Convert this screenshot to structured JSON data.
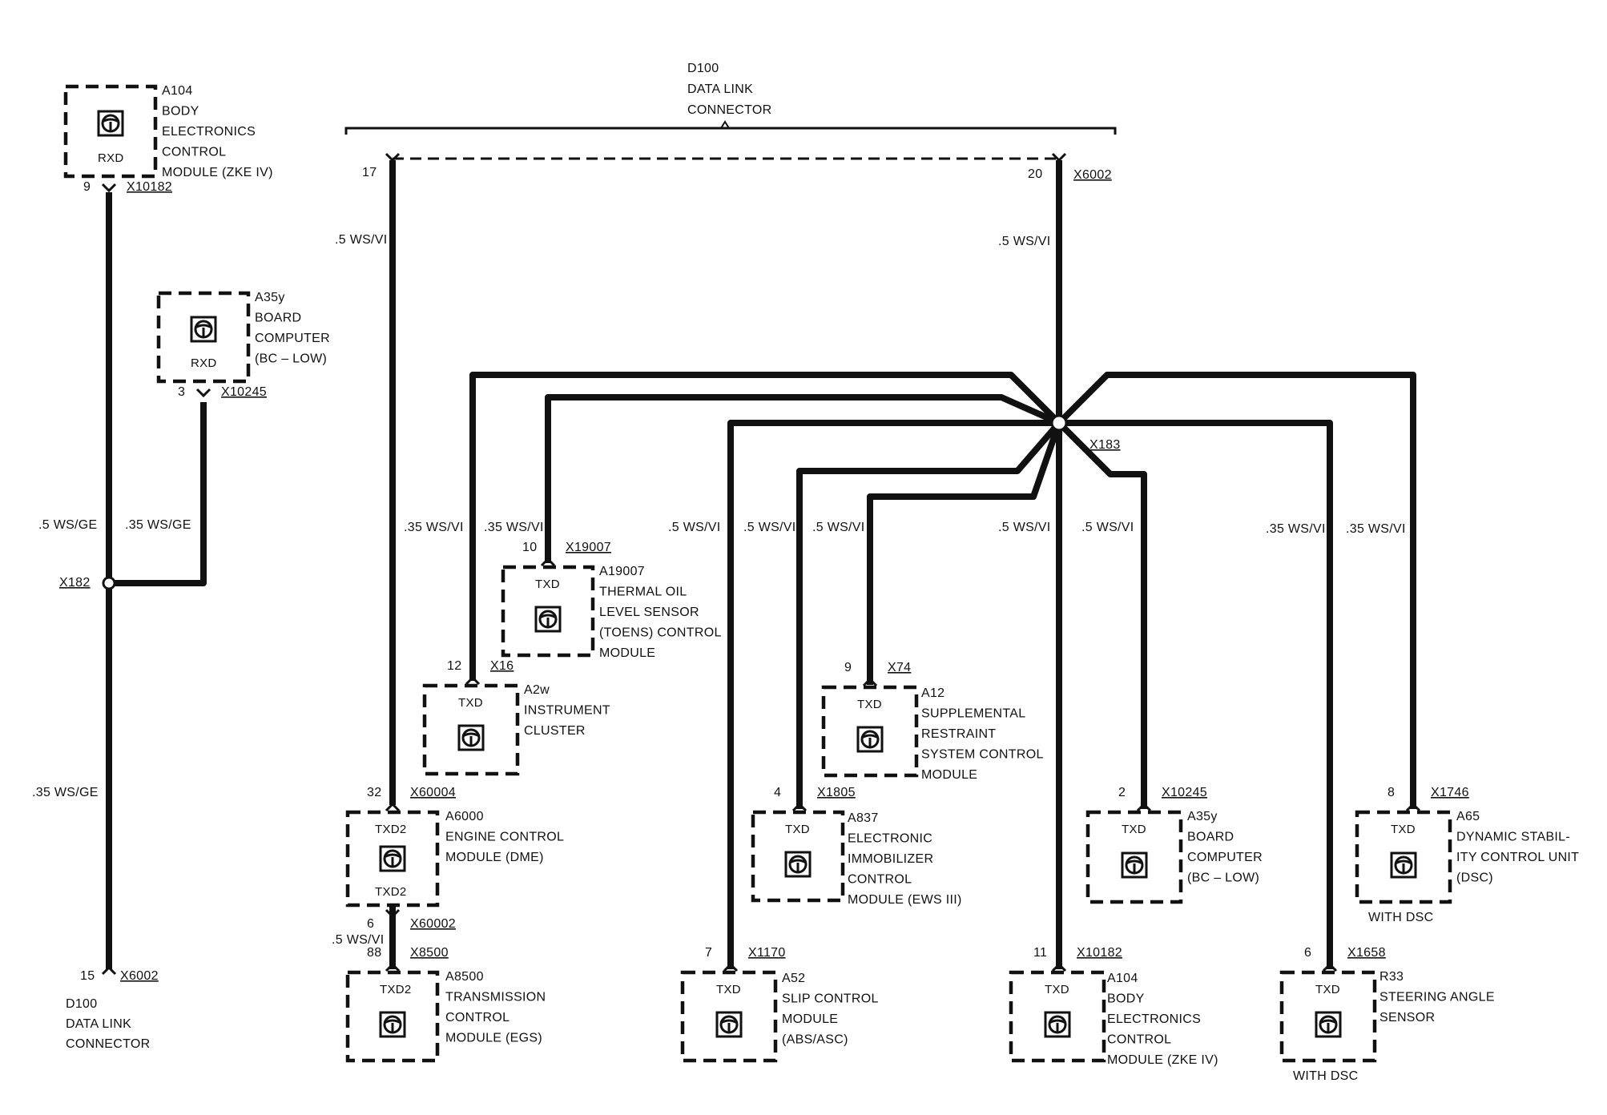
{
  "top_connector": {
    "id": "D100",
    "line1": "DATA LINK",
    "line2": "CONNECTOR"
  },
  "bottom_connector": {
    "pin": "15",
    "conn": "X6002",
    "id": "D100",
    "line1": "DATA LINK",
    "line2": "CONNECTOR"
  },
  "pins_top": {
    "left": "17",
    "right": "20",
    "right_conn": "X6002"
  },
  "splices": {
    "left": "X182",
    "center": "X183"
  },
  "wires": {
    "ws_ge_05": ".5 WS/GE",
    "ws_ge_035": ".35 WS/GE",
    "ws_vi_05": ".5 WS/VI",
    "ws_vi_035": ".35 WS/VI"
  },
  "components": [
    {
      "key": "a104_top",
      "pin": "9",
      "conn": "X10182",
      "sig": "RXD",
      "lines": [
        "A104",
        "BODY",
        "ELECTRONICS",
        "CONTROL",
        "MODULE (ZKE IV)"
      ]
    },
    {
      "key": "a35y_top",
      "pin": "3",
      "conn": "X10245",
      "sig": "RXD",
      "lines": [
        "A35y",
        "BOARD",
        "COMPUTER",
        "(BC – LOW)"
      ]
    },
    {
      "key": "a19007",
      "pin": "10",
      "conn": "X19007",
      "sig": "TXD",
      "lines": [
        "A19007",
        "THERMAL OIL",
        "LEVEL SENSOR",
        "(TOENS) CONTROL",
        "MODULE"
      ]
    },
    {
      "key": "a2w",
      "pin": "12",
      "conn": "X16",
      "sig": "TXD",
      "lines": [
        "A2w",
        "INSTRUMENT",
        "CLUSTER"
      ]
    },
    {
      "key": "a12",
      "pin": "9",
      "conn": "X74",
      "sig": "TXD",
      "lines": [
        "A12",
        "SUPPLEMENTAL",
        "RESTRAINT",
        "SYSTEM CONTROL",
        "MODULE"
      ]
    },
    {
      "key": "a6000",
      "pin": "32",
      "conn": "X60004",
      "sig": "TXD2",
      "sig2": "TXD2",
      "pin2": "6",
      "conn2": "X60002",
      "lines": [
        "A6000",
        "ENGINE CONTROL",
        "MODULE (DME)"
      ]
    },
    {
      "key": "a837",
      "pin": "4",
      "conn": "X1805",
      "sig": "TXD",
      "lines": [
        "A837",
        "ELECTRONIC",
        "IMMOBILIZER",
        "CONTROL",
        "MODULE (EWS III)"
      ]
    },
    {
      "key": "a35y_bot",
      "pin": "2",
      "conn": "X10245",
      "sig": "TXD",
      "lines": [
        "A35y",
        "BOARD",
        "COMPUTER",
        "(BC – LOW)"
      ]
    },
    {
      "key": "a65",
      "pin": "8",
      "conn": "X1746",
      "sig": "TXD",
      "note": "WITH DSC",
      "lines": [
        "A65",
        "DYNAMIC STABIL-",
        "ITY CONTROL UNIT",
        "(DSC)"
      ]
    },
    {
      "key": "a8500",
      "pin": "88",
      "conn": "X8500",
      "sig": "TXD2",
      "lines": [
        "A8500",
        "TRANSMISSION",
        "CONTROL",
        "MODULE (EGS)"
      ]
    },
    {
      "key": "a52",
      "pin": "7",
      "conn": "X1170",
      "sig": "TXD",
      "lines": [
        "A52",
        "SLIP CONTROL",
        "MODULE",
        "(ABS/ASC)"
      ]
    },
    {
      "key": "a104_bot",
      "pin": "11",
      "conn": "X10182",
      "sig": "TXD",
      "lines": [
        "A104",
        "BODY",
        "ELECTRONICS",
        "CONTROL",
        "MODULE (ZKE IV)"
      ]
    },
    {
      "key": "r33",
      "pin": "6",
      "conn": "X1658",
      "sig": "TXD",
      "note": "WITH DSC",
      "lines": [
        "R33",
        "STEERING ANGLE",
        "SENSOR"
      ]
    }
  ]
}
